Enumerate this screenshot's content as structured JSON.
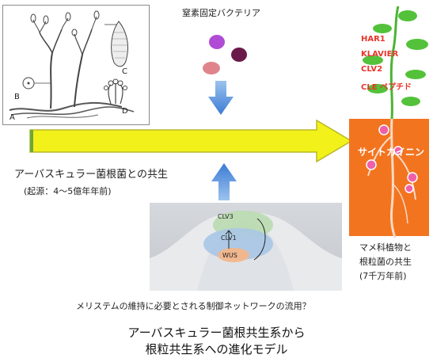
{
  "fungus_figure": {
    "letters": [
      "A",
      "B",
      "C",
      "D"
    ]
  },
  "bacteria": {
    "title": "窒素固定バクテリア",
    "colors": [
      "#b04bd6",
      "#6b1b4a",
      "#e0848c"
    ]
  },
  "arrow": {
    "color": "#f2f21a",
    "outline": "#b8b82a"
  },
  "am_symbiosis": {
    "title": "アーバスキュラー菌根菌との共生",
    "origin": "(起源：4～5億年年前)"
  },
  "meristem": {
    "labels": [
      "CLV3",
      "CLV1",
      "WUS"
    ]
  },
  "plant": {
    "labels": [
      "HAR1",
      "KLAVIER",
      "CLV2",
      "CLE ペプチド"
    ],
    "root_text": "サイトカイニン",
    "root_color": "#f3741f"
  },
  "legume": {
    "lines": [
      "マメ科植物と",
      "根粒菌の共生",
      "(7千万年前)"
    ]
  },
  "network_caption": "メリステムの維持に必要とされる制御ネットワークの流用？",
  "title": {
    "line1": "アーバスキュラー菌根共生系から",
    "line2": "根粒共生系への進化モデル"
  }
}
